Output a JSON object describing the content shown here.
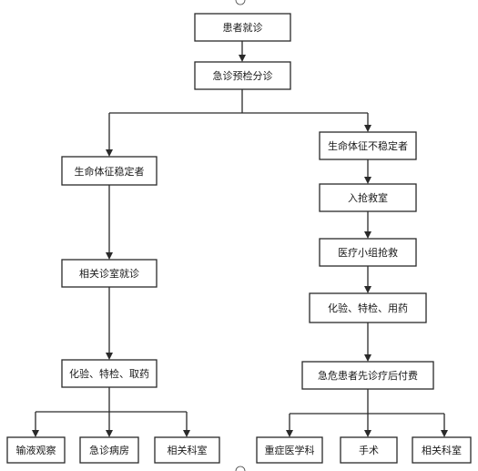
{
  "flowchart": {
    "nodes": {
      "patient_visit": "患者就诊",
      "triage": "急诊预检分诊",
      "stable": "生命体征稳定者",
      "related_clinic": "相关诊室就诊",
      "tests_left": "化验、特检、取药",
      "infusion": "输液观察",
      "emergency_ward": "急诊病房",
      "related_dept_left": "相关科室",
      "unstable": "生命体征不稳定者",
      "resus_room": "入抢救室",
      "rescue_team": "医疗小组抢救",
      "tests_right": "化验、特检、用药",
      "treat_first": "急危患者先诊疗后付费",
      "icu": "重症医学科",
      "surgery": "手术",
      "related_dept_right": "相关科室"
    }
  }
}
